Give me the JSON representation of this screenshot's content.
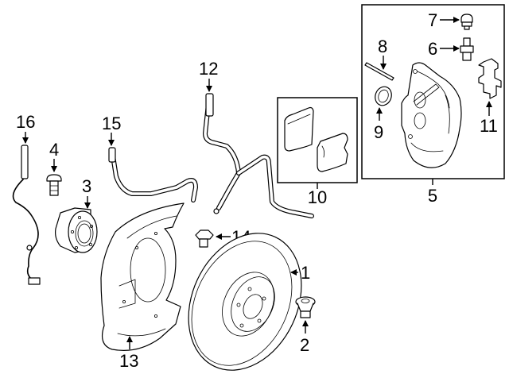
{
  "diagram": {
    "title": "Front brake components exploded view",
    "callouts": [
      {
        "id": 1,
        "label": "1",
        "part": "brake-rotor"
      },
      {
        "id": 2,
        "label": "2",
        "part": "rotor-bolt"
      },
      {
        "id": 3,
        "label": "3",
        "part": "hub-bearing"
      },
      {
        "id": 4,
        "label": "4",
        "part": "hub-bolt"
      },
      {
        "id": 5,
        "label": "5",
        "part": "caliper-assembly"
      },
      {
        "id": 6,
        "label": "6",
        "part": "bleeder-screw"
      },
      {
        "id": 7,
        "label": "7",
        "part": "bleeder-cap"
      },
      {
        "id": 8,
        "label": "8",
        "part": "guide-pin"
      },
      {
        "id": 9,
        "label": "9",
        "part": "piston-seal"
      },
      {
        "id": 10,
        "label": "10",
        "part": "brake-pads"
      },
      {
        "id": 11,
        "label": "11",
        "part": "pad-spring-clip"
      },
      {
        "id": 12,
        "label": "12",
        "part": "pad-wear-sensor"
      },
      {
        "id": 13,
        "label": "13",
        "part": "splash-shield"
      },
      {
        "id": 14,
        "label": "14",
        "part": "shield-bolt"
      },
      {
        "id": 15,
        "label": "15",
        "part": "brake-hose"
      },
      {
        "id": 16,
        "label": "16",
        "part": "abs-wheel-speed-sensor"
      }
    ]
  }
}
